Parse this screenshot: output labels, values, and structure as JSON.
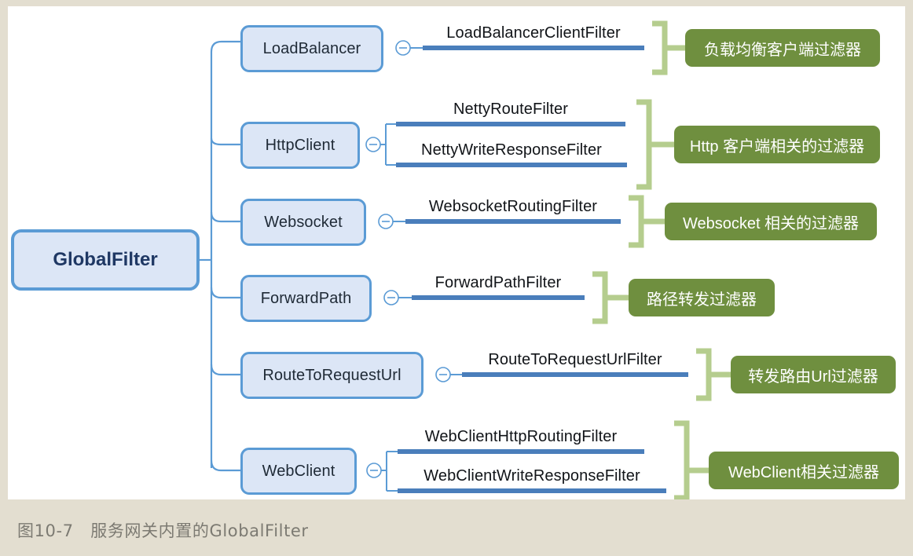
{
  "figure": {
    "caption": "图10-7　服务网关内置的GlobalFilter",
    "root_label": "GlobalFilter"
  },
  "colors": {
    "page_background": "#e3ded0",
    "canvas_background": "#ffffff",
    "node_fill": "#dce6f6",
    "node_border": "#5b9bd5",
    "root_text": "#1f3864",
    "leaf_rule": "#4a7ebb",
    "chip_fill": "#6f8f3f",
    "chip_text": "#ffffff",
    "bracket": "#b5cd8e",
    "caption_text": "#7c7a72"
  },
  "chart_data": {
    "type": "diagram",
    "title": "图10-7　服务网关内置的GlobalFilter",
    "root": "GlobalFilter",
    "branches": [
      {
        "name": "LoadBalancer",
        "children": [
          "LoadBalancerClientFilter"
        ],
        "category": "负载均衡客户端过滤器"
      },
      {
        "name": "HttpClient",
        "children": [
          "NettyRouteFilter",
          "NettyWriteResponseFilter"
        ],
        "category": "Http 客户端相关的过滤器"
      },
      {
        "name": "Websocket",
        "children": [
          "WebsocketRoutingFilter"
        ],
        "category": "Websocket 相关的过滤器"
      },
      {
        "name": "ForwardPath",
        "children": [
          "ForwardPathFilter"
        ],
        "category": "路径转发过滤器"
      },
      {
        "name": "RouteToRequestUrl",
        "children": [
          "RouteToRequestUrlFilter"
        ],
        "category": "转发路由Url过滤器"
      },
      {
        "name": "WebClient",
        "children": [
          "WebClientHttpRoutingFilter",
          "WebClientWriteResponseFilter"
        ],
        "category": "WebClient相关过滤器"
      }
    ]
  },
  "nodes": {
    "loadbalancer": {
      "label": "LoadBalancer"
    },
    "httpclient": {
      "label": "HttpClient"
    },
    "websocket": {
      "label": "Websocket"
    },
    "forwardpath": {
      "label": "ForwardPath"
    },
    "routetorequesturl": {
      "label": "RouteToRequestUrl"
    },
    "webclient": {
      "label": "WebClient"
    }
  },
  "leaves": {
    "loadbalancerclientfilter": {
      "label": "LoadBalancerClientFilter"
    },
    "nettyroutefilter": {
      "label": "NettyRouteFilter"
    },
    "nettywriteresponsefilter": {
      "label": "NettyWriteResponseFilter"
    },
    "websocketroutingfilter": {
      "label": "WebsocketRoutingFilter"
    },
    "forwardpathfilter": {
      "label": "ForwardPathFilter"
    },
    "routetorequesturlfilter": {
      "label": "RouteToRequestUrlFilter"
    },
    "webclienthttproutingfilter": {
      "label": "WebClientHttpRoutingFilter"
    },
    "webclientwriteresponsefilter": {
      "label": "WebClientWriteResponseFilter"
    }
  },
  "chips": {
    "loadbalancer": {
      "label": "负载均衡客户端过滤器"
    },
    "httpclient": {
      "label": "Http 客户端相关的过滤器"
    },
    "websocket": {
      "label": "Websocket 相关的过滤器"
    },
    "forwardpath": {
      "label": "路径转发过滤器"
    },
    "routetorequesturl": {
      "label": "转发路由Url过滤器"
    },
    "webclient": {
      "label": "WebClient相关过滤器"
    }
  },
  "icons": {
    "collapse": {
      "name": "collapse-minus-icon",
      "glyph": "−"
    }
  }
}
